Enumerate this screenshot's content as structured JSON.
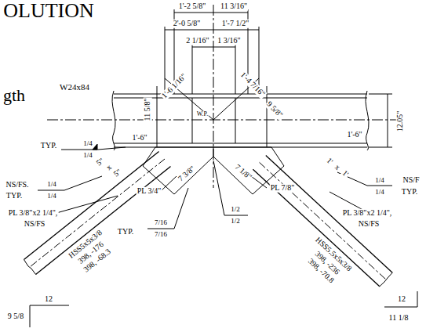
{
  "diagram": {
    "labels": [
      "OLUTION",
      "gth",
      "1'-2 5/8\"",
      "11 3/16\"",
      "2'-0 5/8\"",
      "1'-7 1/2\"",
      "2 1/16\"",
      "1 3/16\"",
      "W24x84",
      "W.P.",
      "12.05\"",
      "1'-6 1/16\"",
      "1'-4 7/16\"",
      "11 5/8\"",
      "9 5/8\"",
      "1'-6\"",
      "1'-6\"",
      "7 3/8\"",
      "7 1/8\"",
      "5\"",
      "x",
      "5\"",
      "TYP.",
      "1/4",
      "1/4",
      "NS/FS.",
      "TYP.",
      "1/4",
      "1/4",
      "PL 3/8\"x2 1/4\",",
      "NS/FS",
      "PL 3/4\"",
      "TYP.",
      "7/16",
      "7/16",
      "1/2",
      "1/2",
      "PL 7/8\"",
      "1'",
      "x",
      "1'",
      "1/4",
      "1/4",
      "NS/F",
      "TYP.",
      "PL 3/8\"x2 1/4\",",
      "NS/FS",
      "HSS5x5x3/8",
      "398, -176",
      "398, -68.3",
      "9 5/8",
      "12",
      "HSS5.5x5x3/8",
      "398, -236",
      "398, -70.8",
      "12",
      "11 1/8"
    ]
  }
}
